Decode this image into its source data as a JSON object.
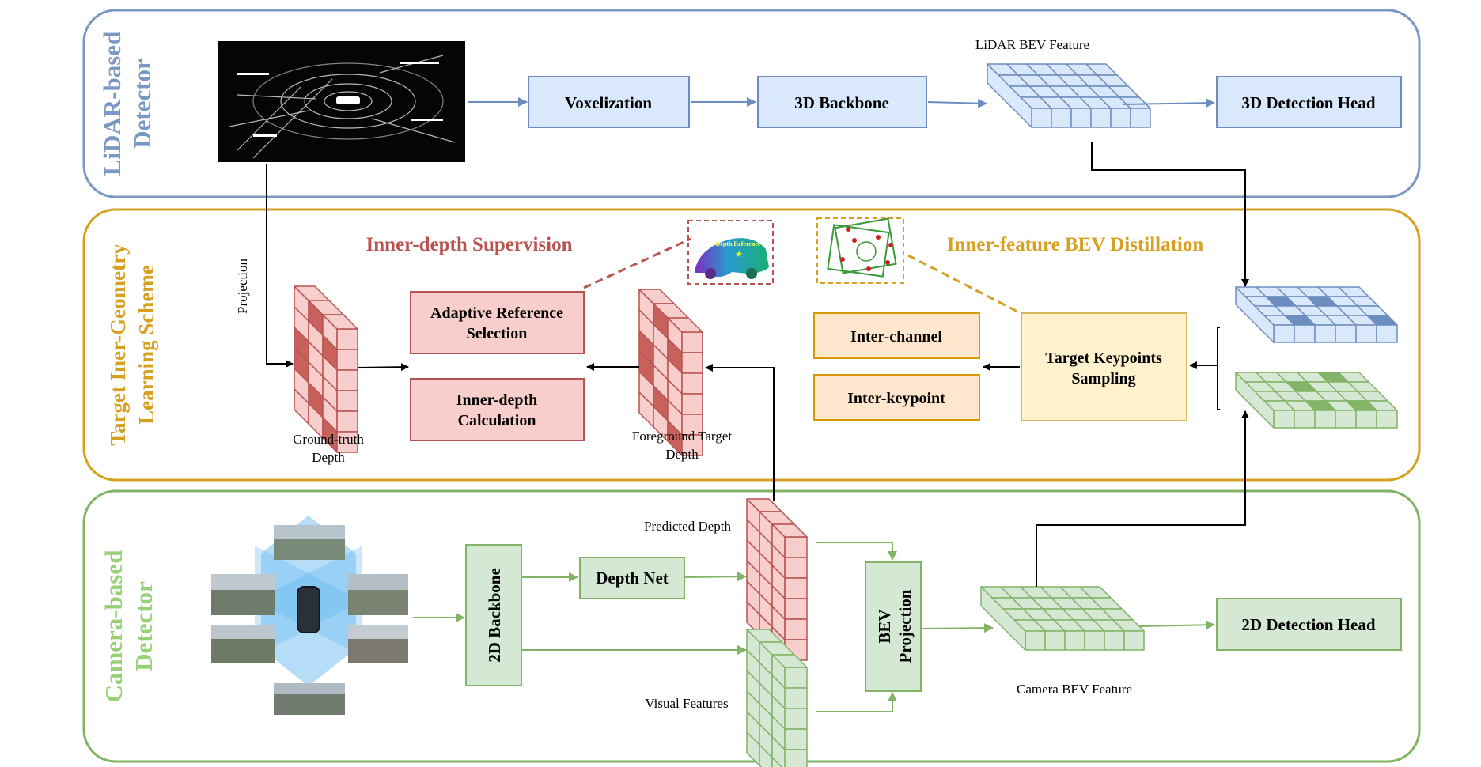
{
  "panels": {
    "lidar": {
      "title_line1": "LiDAR-based",
      "title_line2": "Detector"
    },
    "scheme": {
      "title_line1": "Target Iner-Geometry",
      "title_line2": "Learning Scheme"
    },
    "camera": {
      "title_line1": "Camera-based",
      "title_line2": "Detector"
    }
  },
  "lidar": {
    "voxelization": "Voxelization",
    "backbone3d": "3D Backbone",
    "bev_feature": "LiDAR BEV Feature",
    "detection_head": "3D Detection Head"
  },
  "scheme": {
    "projection": "Projection",
    "inner_depth_title": "Inner-depth Supervision",
    "adaptive_ref_line1": "Adaptive Reference",
    "adaptive_ref_line2": "Selection",
    "inner_depth_calc_line1": "Inner-depth",
    "inner_depth_calc_line2": "Calculation",
    "gt_depth_line1": "Ground-truth",
    "gt_depth_line2": "Depth",
    "fg_depth_line1": "Foreground Target",
    "fg_depth_line2": "Depth",
    "depth_reference": "Depth Reference",
    "bev_distill_title": "Inner-feature BEV Distillation",
    "inter_channel": "Inter-channel",
    "inter_keypoint": "Inter-keypoint",
    "keypoints_line1": "Target Keypoints",
    "keypoints_line2": "Sampling"
  },
  "camera": {
    "backbone2d": "2D Backbone",
    "depth_net": "Depth Net",
    "predicted_depth": "Predicted Depth",
    "visual_features": "Visual Features",
    "bev_proj_line1": "BEV",
    "bev_proj_line2": "Projection",
    "bev_feature": "Camera BEV Feature",
    "detection_head": "2D Detection Head"
  },
  "colors": {
    "lidar_border": "#7b97c3",
    "lidar_box_fill": "#dae8fc",
    "scheme_border": "#d6a21e",
    "scheme_title_orange": "#d8a020",
    "red_title": "#b85450",
    "red_fill": "#f8cecc",
    "orange_fill": "#ffe6cc",
    "yellow_fill": "#fff2cc",
    "camera_border": "#82b366",
    "camera_fill": "#d5e8d4",
    "camera_title": "#97d077"
  }
}
